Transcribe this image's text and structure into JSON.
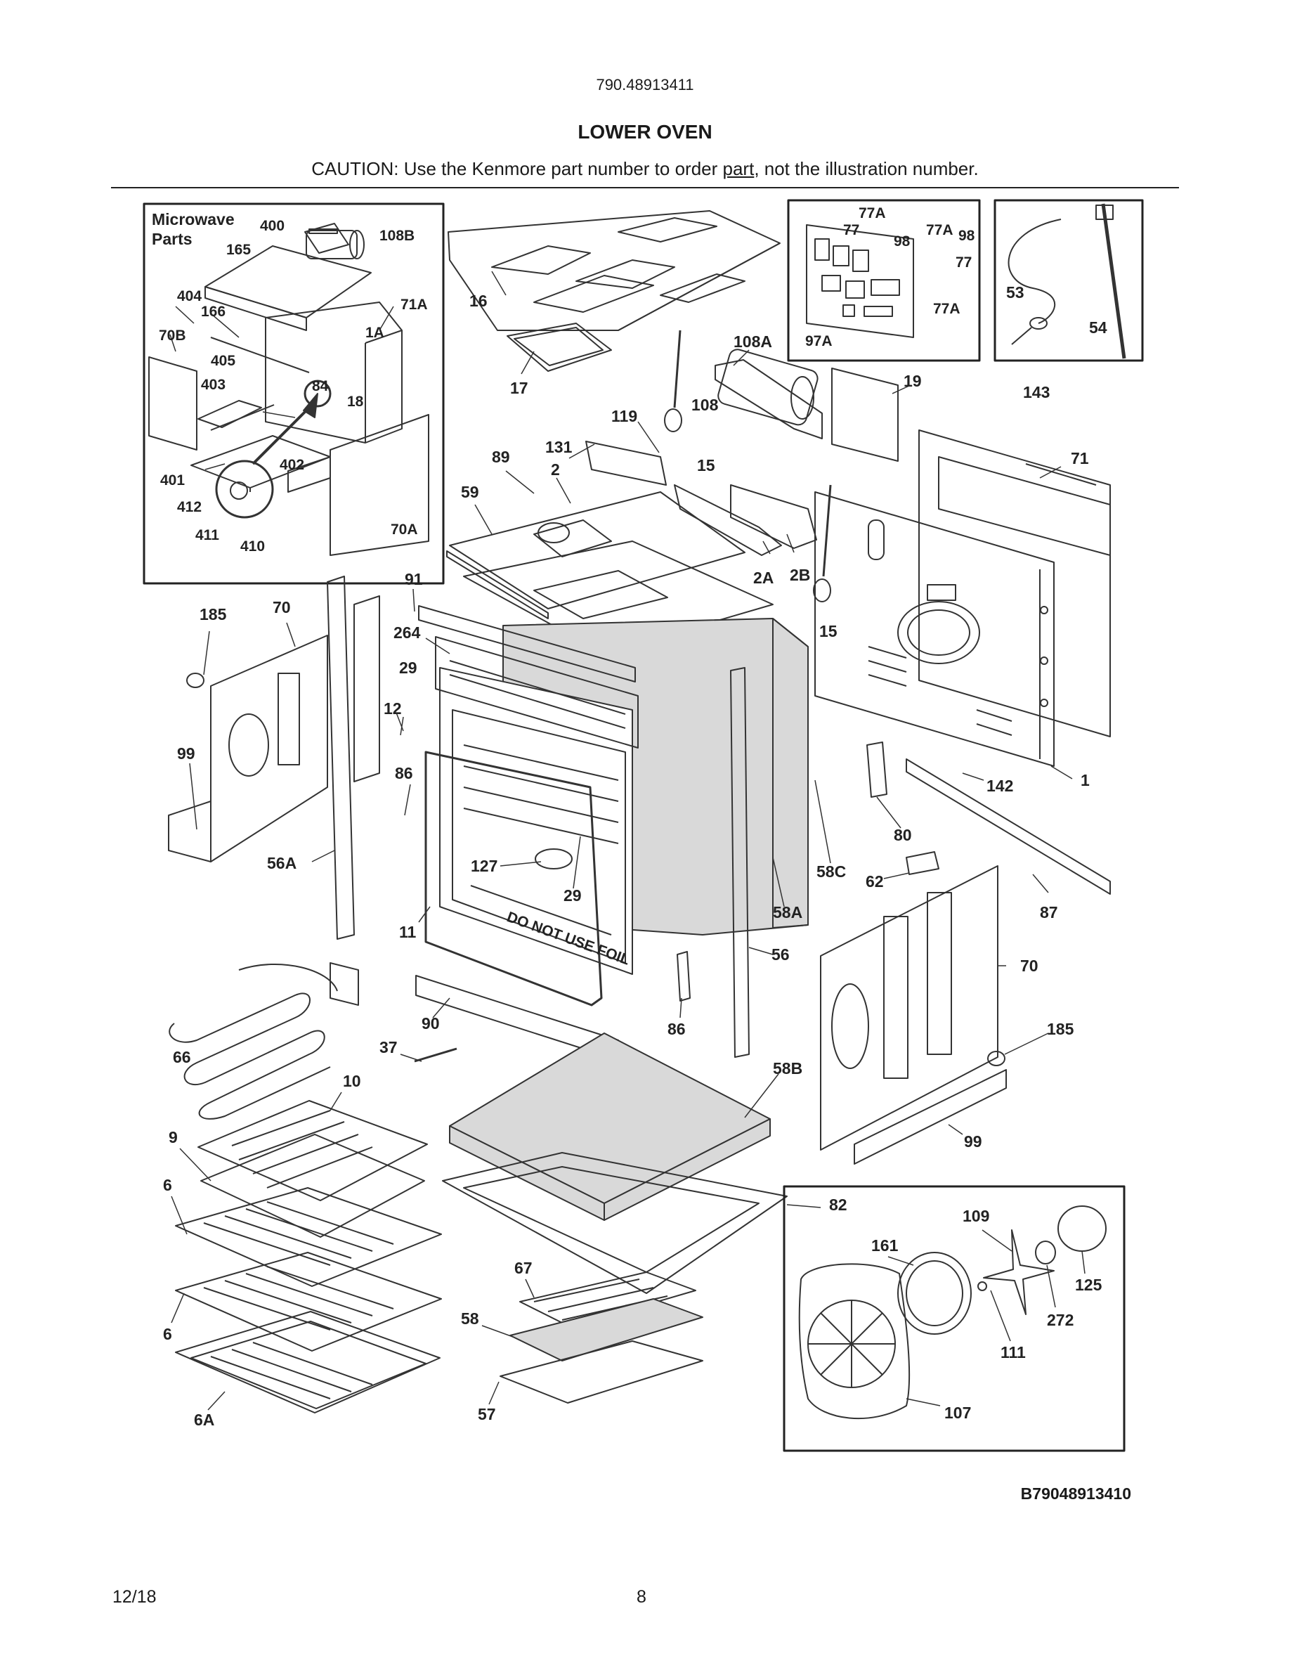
{
  "header": {
    "model_number": "790.48913411",
    "section_title": "LOWER OVEN",
    "caution_prefix": "CAUTION: Use the Kenmore part number to order ",
    "caution_underlined": "part",
    "caution_suffix": ", not the illustration number."
  },
  "microwave_box": {
    "title_line1": "Microwave",
    "title_line2": "Parts",
    "labels": [
      "400",
      "108B",
      "165",
      "404",
      "166",
      "71A",
      "70B",
      "1A",
      "405",
      "403",
      "84",
      "18",
      "402",
      "401",
      "412",
      "411",
      "410",
      "70A"
    ]
  },
  "main_labels": [
    "16",
    "17",
    "108A",
    "119",
    "108",
    "15",
    "131",
    "2",
    "89",
    "59",
    "91",
    "2A",
    "2B",
    "15",
    "19",
    "143",
    "71",
    "185",
    "70",
    "264",
    "29",
    "12",
    "99",
    "86",
    "56A",
    "127",
    "29",
    "11",
    "142",
    "1",
    "80",
    "58C",
    "62",
    "58A",
    "87",
    "56",
    "70",
    "66",
    "90",
    "86",
    "37",
    "185",
    "10",
    "58B",
    "99",
    "9",
    "6",
    "82",
    "109",
    "161",
    "67",
    "125",
    "272",
    "58",
    "111",
    "6",
    "57",
    "107",
    "6A",
    "77A",
    "77",
    "98",
    "77A",
    "98",
    "77",
    "77A",
    "97A",
    "53",
    "54",
    "DO NOT USE FOIL"
  ],
  "footer": {
    "diagram_id": "B79048913410",
    "date": "12/18",
    "page_number": "8"
  }
}
